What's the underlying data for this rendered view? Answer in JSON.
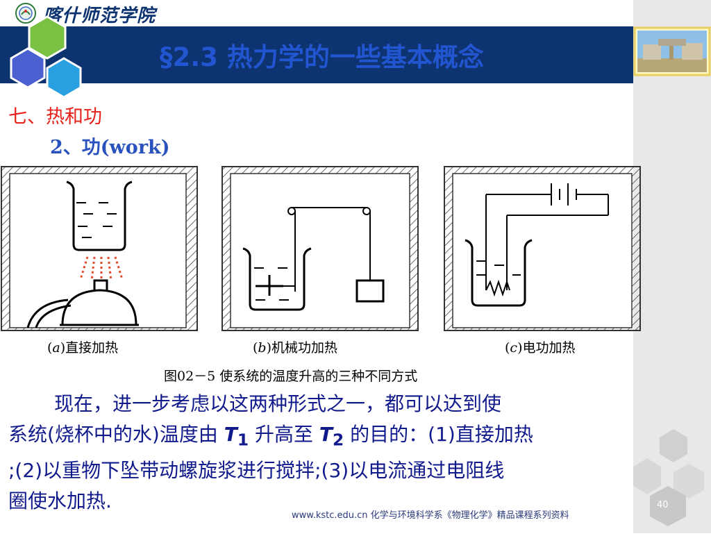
{
  "header": {
    "school_name": "喀什师范学院",
    "title": "§2.3 热力学的一些基本概念"
  },
  "section": {
    "heading": "七、热和功",
    "subheading": "2、功(work)"
  },
  "figure": {
    "captions": [
      {
        "label": "a",
        "prefix": "(",
        "suffix": ")直接加热"
      },
      {
        "label": "b",
        "prefix": "(",
        "suffix": ")机械功加热"
      },
      {
        "label": "c",
        "prefix": "(",
        "suffix": ")电功加热"
      }
    ],
    "caption": "图02－5 使系统的温度升高的三种不同方式"
  },
  "body": {
    "line1": "现在，进一步考虑以这两种形式之一，都可以达到使",
    "line2_a": "系统(烧杯中的水)温度由 ",
    "T": "T",
    "sub1": "1",
    "line2_b": " 升高至 ",
    "sub2": "2",
    "line2_c": " 的目的：(1)直接加热",
    "line3": ";(2)以重物下坠带动螺旋浆进行搅拌;(3)以电流通过电阻线",
    "line4": "圈使水加热."
  },
  "footer": {
    "text": "www.kstc.edu.cn 化学与环境科学系《物理化学》精品课程系列资料",
    "page": "40"
  },
  "colors": {
    "title_bar": "#0d3370",
    "title_text": "#2255d0",
    "heading_red": "#e8201a",
    "body_text": "#111a8c"
  }
}
